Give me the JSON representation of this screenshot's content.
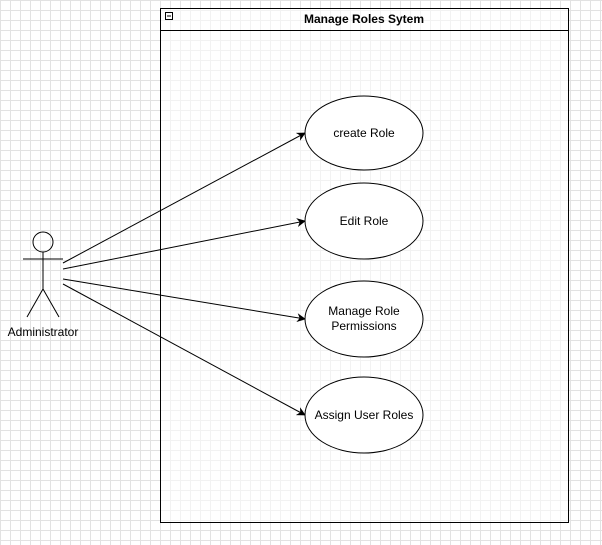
{
  "system": {
    "title": "Manage Roles Sytem",
    "collapse_symbol": "−"
  },
  "actor": {
    "label": "Administrator"
  },
  "use_cases": {
    "create_role": "create Role",
    "edit_role": "Edit Role",
    "manage_permissions_line1": "Manage Role",
    "manage_permissions_line2": "Permissions",
    "assign_user_roles": "Assign User Roles"
  },
  "colors": {
    "stroke": "#000000",
    "background": "#ffffff",
    "grid": "#e2e2e2"
  }
}
